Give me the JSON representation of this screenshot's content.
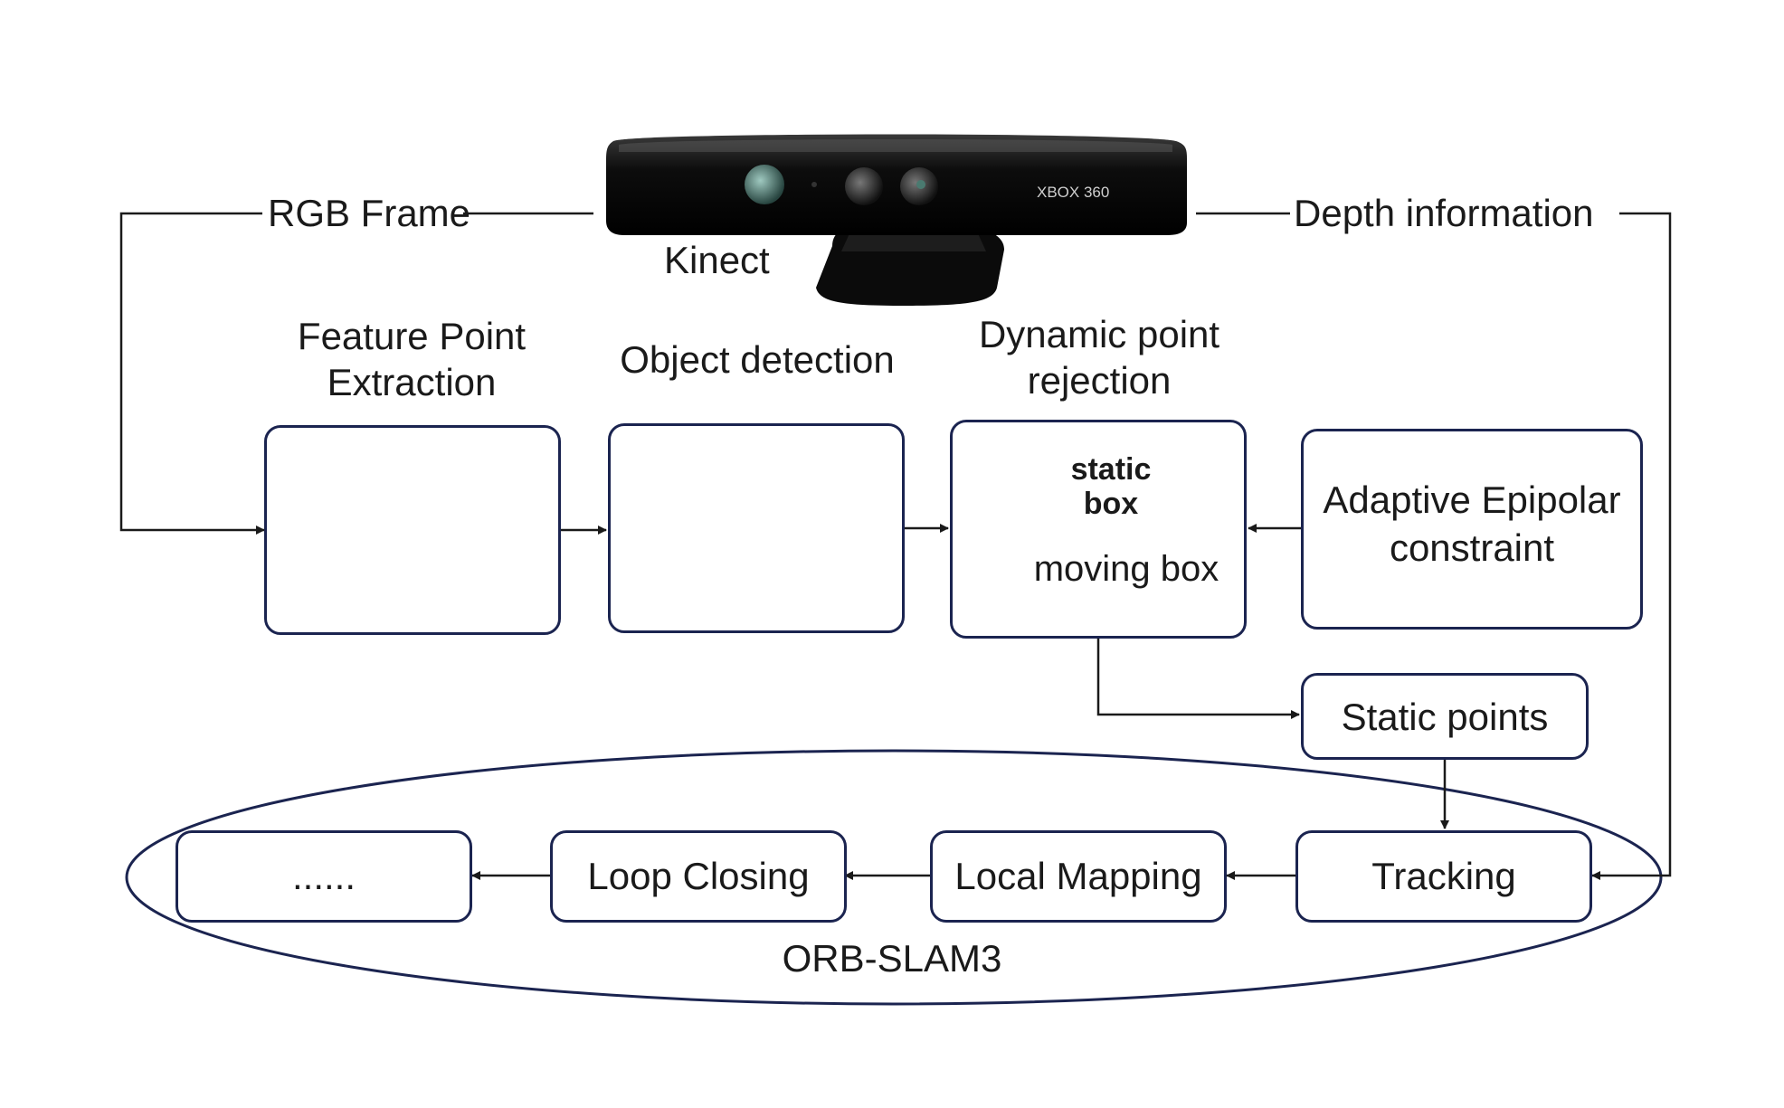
{
  "labels": {
    "rgb_frame": "RGB Frame",
    "depth_information": "Depth information",
    "kinect": "Kinect",
    "xbox_brand": "XBOX 360",
    "feature_point_extraction_line1": "Feature Point",
    "feature_point_extraction_line2": "Extraction",
    "object_detection": "Object detection",
    "dynamic_point_rejection_line1": "Dynamic point",
    "dynamic_point_rejection_line2": "rejection",
    "static_box_line1": "static",
    "static_box_line2": "box",
    "moving_box": "moving box",
    "adaptive_epipolar_line1": "Adaptive Epipolar",
    "adaptive_epipolar_line2": "constraint",
    "static_points": "Static points",
    "tracking": "Tracking",
    "local_mapping": "Local Mapping",
    "loop_closing": "Loop Closing",
    "ellipsis": "......",
    "orb_slam3": "ORB-SLAM3"
  },
  "colors": {
    "box_border": "#1b2450",
    "dots": "#9fb0e0",
    "text": "#1a1a1a",
    "kinect_body": "#141414"
  }
}
